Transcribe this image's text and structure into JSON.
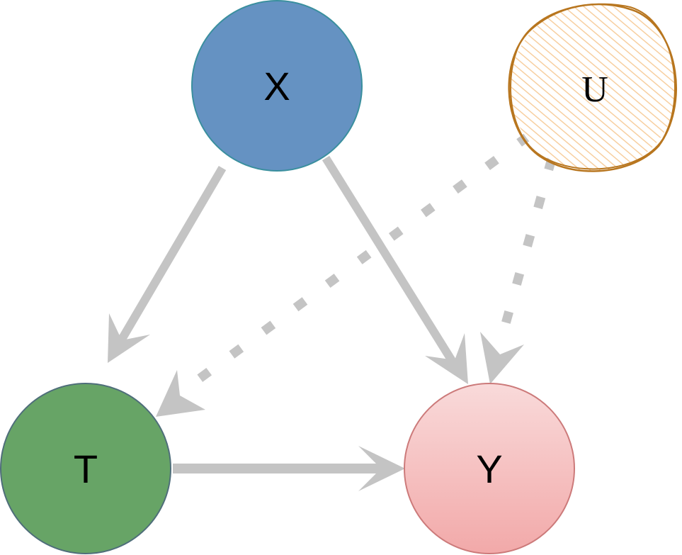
{
  "diagram": {
    "nodes": {
      "x": {
        "label": "X",
        "fill": "#6592c2",
        "stroke": "#3a8f9e"
      },
      "u": {
        "label": "U",
        "fill": "#fde3c2",
        "stroke": "#b8761f"
      },
      "t": {
        "label": "T",
        "fill": "#67a466",
        "stroke": "#4f6e7a"
      },
      "y": {
        "label": "Y",
        "fill_top": "#f9dada",
        "fill_bottom": "#f2a9a9",
        "stroke": "#cc7a7a"
      }
    },
    "edges": [
      {
        "from": "X",
        "to": "T",
        "style": "solid"
      },
      {
        "from": "X",
        "to": "Y",
        "style": "solid"
      },
      {
        "from": "T",
        "to": "Y",
        "style": "solid"
      },
      {
        "from": "U",
        "to": "T",
        "style": "dotted"
      },
      {
        "from": "U",
        "to": "Y",
        "style": "dotted"
      }
    ],
    "edge_color": "#c4c4c4"
  }
}
